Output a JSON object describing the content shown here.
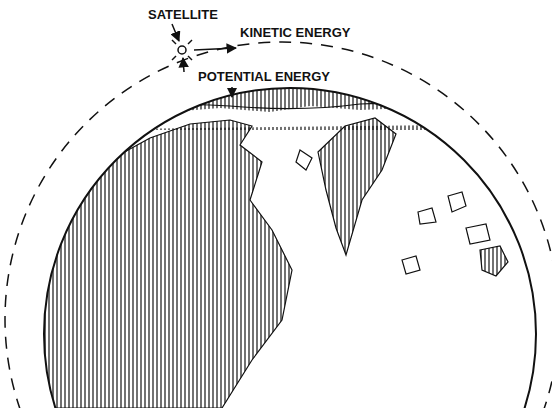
{
  "diagram": {
    "labels": [
      "SATELLITE",
      "KINETIC ENERGY",
      "POTENTIAL ENERGY"
    ]
  }
}
